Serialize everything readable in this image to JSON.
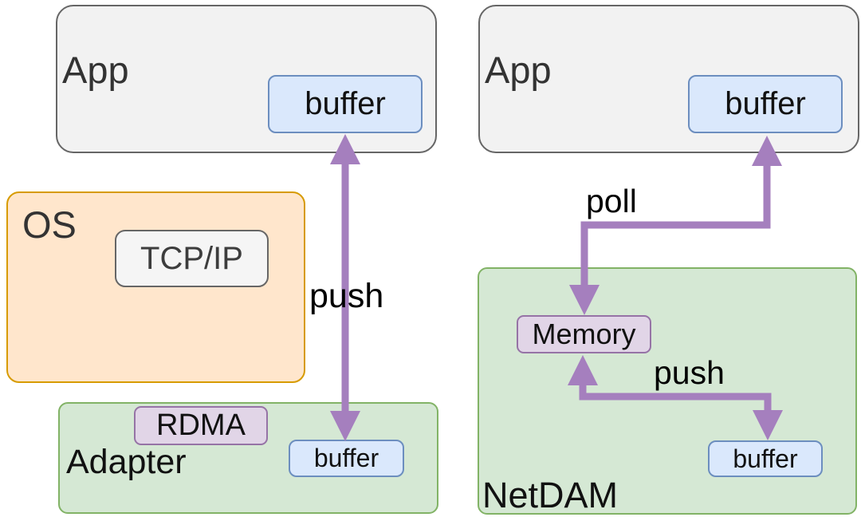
{
  "diagram": {
    "left": {
      "app": {
        "label": "App",
        "buffer_label": "buffer"
      },
      "os": {
        "label": "OS",
        "tcpip_label": "TCP/IP"
      },
      "adapter": {
        "label": "Adapter",
        "rdma_label": "RDMA",
        "buffer_label": "buffer"
      },
      "arrow": {
        "label": "push",
        "direction": "bidirectional"
      }
    },
    "right": {
      "app": {
        "label": "App",
        "buffer_label": "buffer"
      },
      "netdam": {
        "label": "NetDAM",
        "memory_label": "Memory",
        "buffer_label": "buffer"
      },
      "poll_arrow": {
        "label": "poll",
        "direction": "bidirectional"
      },
      "push_arrow": {
        "label": "push",
        "direction": "bidirectional"
      }
    },
    "colors": {
      "arrow_purple": "#a57fbe",
      "gray_fill": "#f2f2f2",
      "gray_stroke": "#666666",
      "blue_fill": "#dae8fc",
      "blue_stroke": "#6c8ebf",
      "orange_fill": "#ffe6cc",
      "orange_stroke": "#d79b00",
      "green_fill": "#d5e8d4",
      "green_stroke": "#82b366",
      "purple_fill": "#e1d5e7",
      "purple_stroke": "#9673a6"
    }
  }
}
